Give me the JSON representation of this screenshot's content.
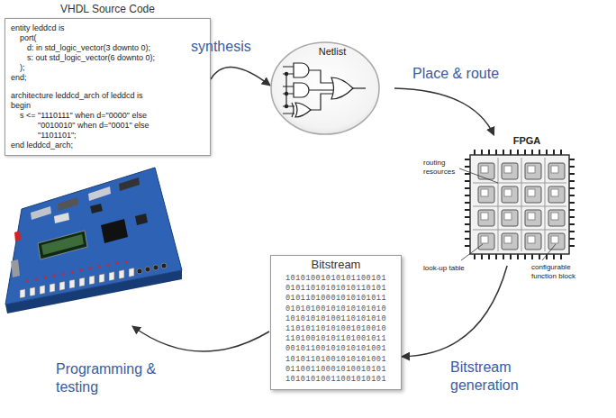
{
  "diagram": {
    "nodes": [
      {
        "text": [
          "VHDL Source Code",
          "entity leddcd is",
          "port(",
          "d: in std_logic_vector(3 downto 0);",
          "s: out std_logic_vector(6 downto 0);",
          ");",
          "end;",
          "architecture leddcd_arch of leddcd is",
          "begin",
          "s <= \"1110111\" when d=\"0000\" else",
          "\"0010010\" when d=\"0001\" else",
          "\"1101101\";",
          "end leddcd_arch;"
        ]
      },
      {
        "text": [
          "Netlist"
        ]
      },
      {
        "text": [
          "FPGA"
        ]
      },
      {
        "text": [
          "Bitstream",
          "10101001010101100101",
          "01011010101010110101",
          "01011010001010101011",
          "01010100101010101010",
          "10101010100110101010",
          "11010110101001010010",
          "11010010101101001011",
          "00101100101010101001",
          "10101101001010101001",
          "01100110001010010101",
          "10101010011001010101"
        ]
      }
    ],
    "edges": [
      {
        "from": 0,
        "to": 1,
        "arrow": "to",
        "label": "synthesis"
      },
      {
        "from": 1,
        "to": 2,
        "arrow": "to",
        "label": "Place & route"
      },
      {
        "from": 2,
        "to": 3,
        "arrow": "to",
        "label": "Bitstream generation"
      }
    ],
    "labels": [
      "Programming & testing",
      "routing resources",
      "look-up table",
      "configurable function block"
    ]
  }
}
